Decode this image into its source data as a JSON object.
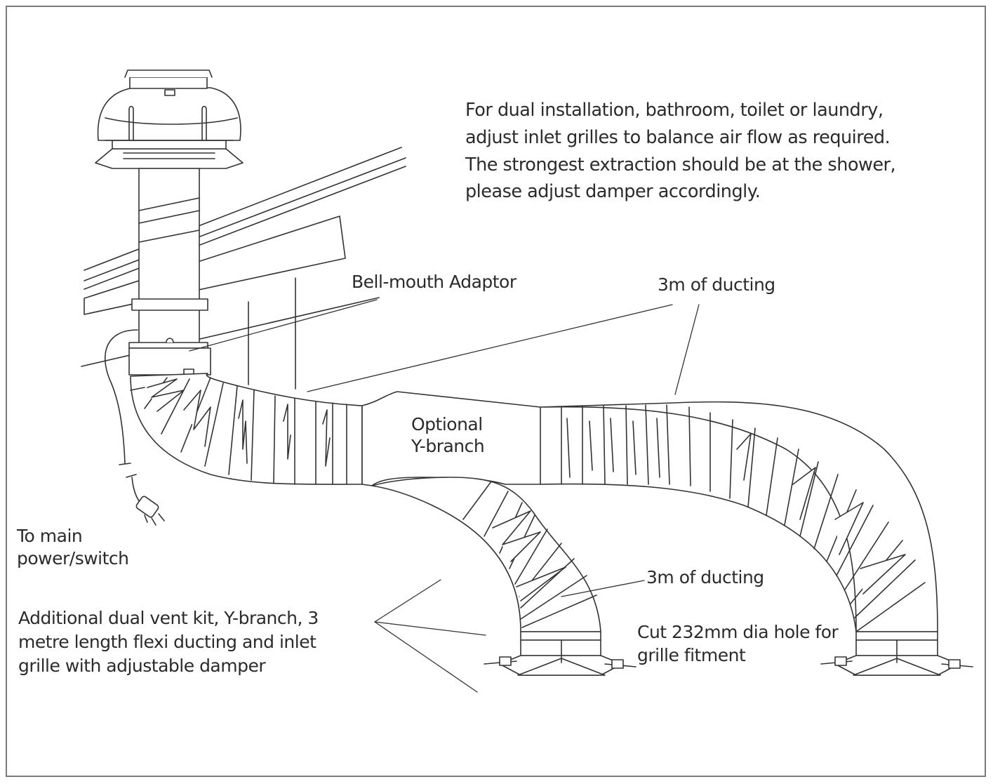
{
  "diagram": {
    "note_lines": [
      "For dual installation, bathroom, toilet or laundry,",
      "adjust inlet grilles to balance air flow as required.",
      "The strongest extraction should be at the shower,",
      "please adjust damper accordingly."
    ],
    "labels": {
      "bell_mouth": "Bell-mouth Adaptor",
      "ducting_top": "3m of ducting",
      "y_branch_lines": [
        "Optional",
        "Y-branch"
      ],
      "power_lines": [
        "To main",
        "power/switch"
      ],
      "ducting_bottom": "3m of ducting",
      "cut_hole_lines": [
        "Cut 232mm dia hole for",
        "grille fitment"
      ],
      "kit_lines": [
        "Additional dual vent kit, Y-branch, 3",
        "metre length flexi ducting and inlet",
        "grille with adjustable damper"
      ]
    },
    "line_color": "#333333"
  }
}
